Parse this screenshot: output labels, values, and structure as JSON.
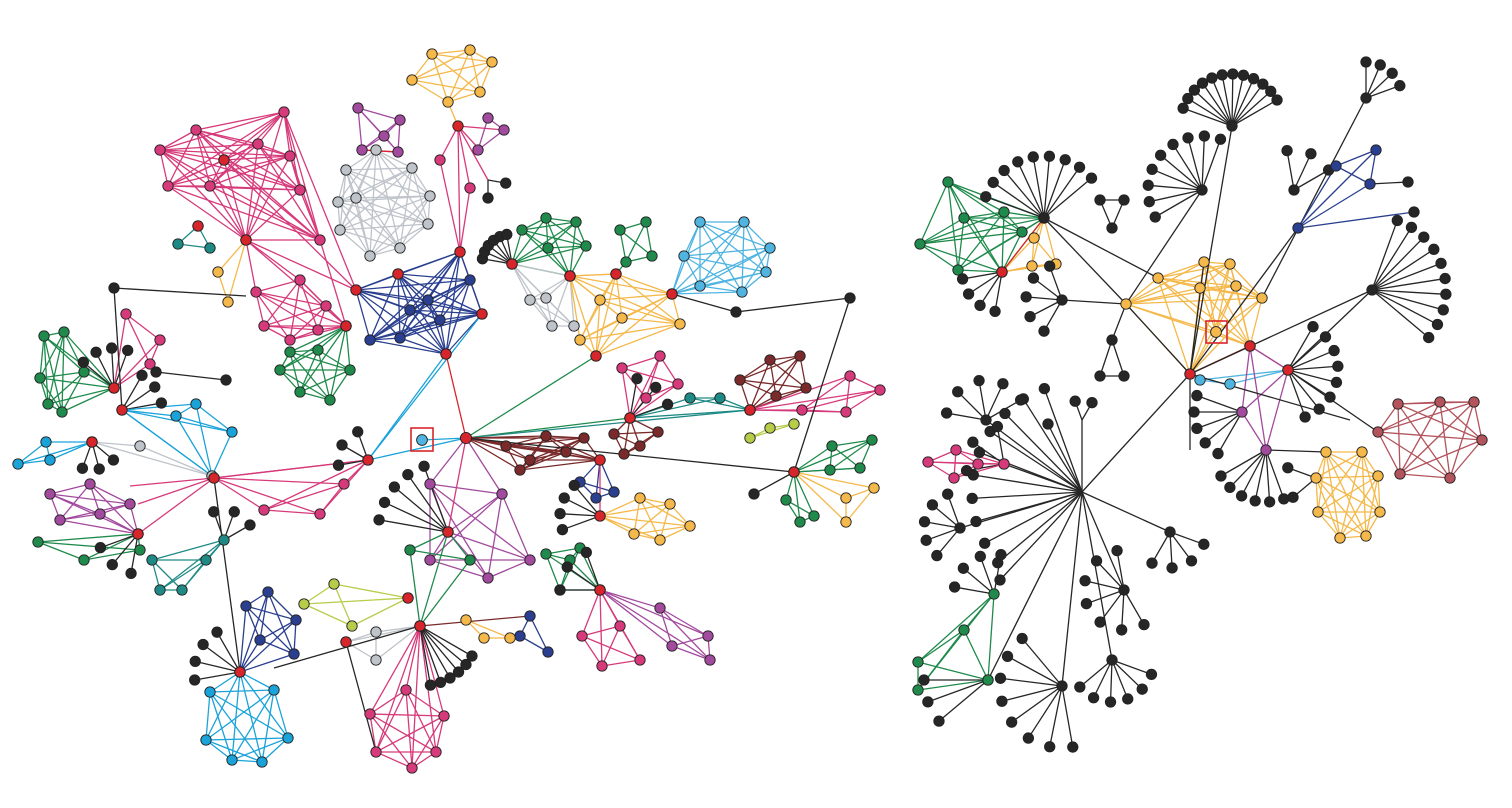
{
  "colors": {
    "background": "#ffffff",
    "black": "#262626",
    "hub": "#d7262b",
    "magenta": "#d63a7a",
    "purple": "#a24a9e",
    "gray": "#bfc4ca",
    "navy": "#2a3f8f",
    "green": "#1f8a4c",
    "teal": "#1f8a85",
    "orange": "#f5b84a",
    "lightblue": "#4fb4e0",
    "sky": "#1aa3d9",
    "brown": "#7a2a2a",
    "lime": "#b8cc4a",
    "rose": "#b3545d"
  },
  "networks": [
    {
      "name": "left-network",
      "focus_node_color": "lightblue"
    },
    {
      "name": "right-network",
      "focus_node_color": "orange"
    }
  ]
}
